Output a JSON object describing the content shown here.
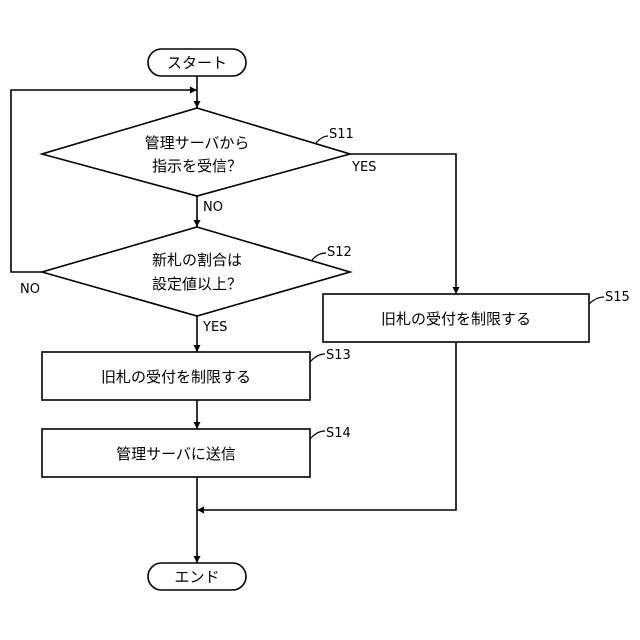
{
  "start": "スタート",
  "end": "エンド",
  "s11": {
    "step": "S11",
    "line1": "管理サーバから",
    "line2": "指示を受信？",
    "yes": "YES",
    "no": "NO"
  },
  "s12": {
    "step": "S12",
    "line1": "新札の割合は",
    "line2": "設定値以上？",
    "yes": "YES",
    "no": "NO"
  },
  "s13": {
    "step": "S13",
    "text": "旧札の受付を制限する"
  },
  "s14": {
    "step": "S14",
    "text": "管理サーバに送信"
  },
  "s15": {
    "step": "S15",
    "text": "旧札の受付を制限する"
  }
}
